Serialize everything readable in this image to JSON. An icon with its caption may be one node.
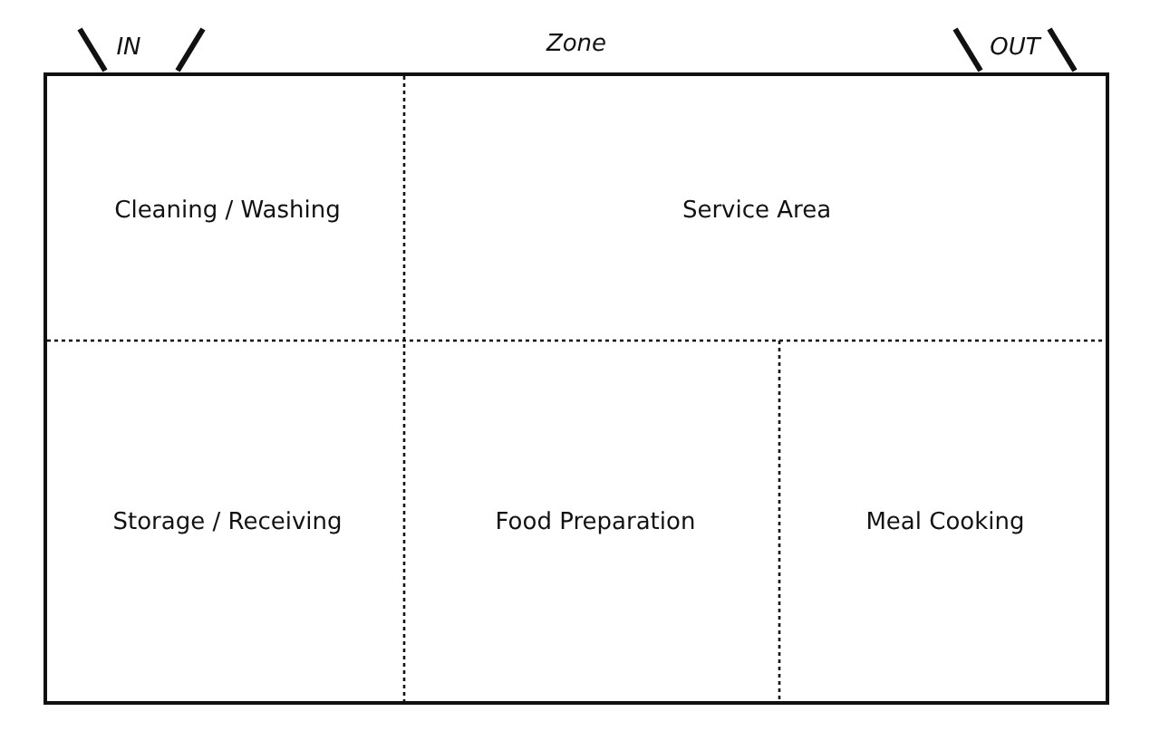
{
  "diagram": {
    "nodes": [
      {
        "text": [
          "Zone"
        ]
      },
      {
        "text": [
          "Cleaning / Washing"
        ],
        "in": 0
      },
      {
        "text": [
          "Service Area"
        ],
        "in": 0
      },
      {
        "text": [
          "Storage / Receiving"
        ],
        "in": 0
      },
      {
        "text": [
          "Food Preparation"
        ],
        "in": 0
      },
      {
        "text": [
          "Meal Cooking"
        ],
        "in": 0
      }
    ],
    "labels": [
      "IN",
      "OUT"
    ]
  }
}
